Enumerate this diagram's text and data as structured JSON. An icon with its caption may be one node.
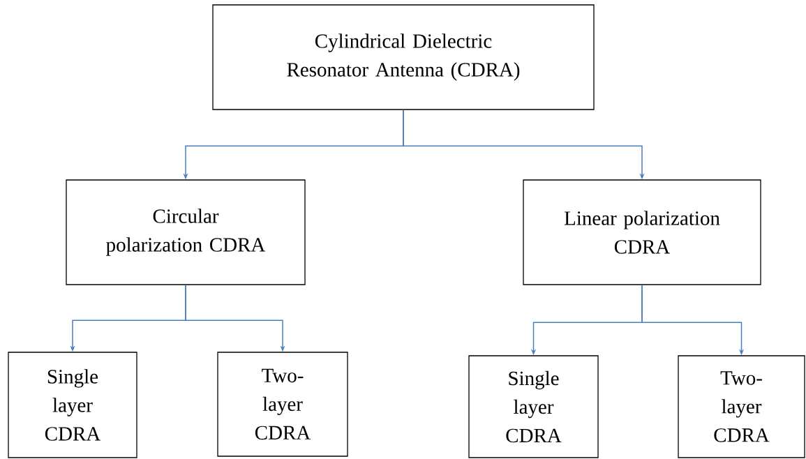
{
  "diagram": {
    "nodes": [
      {
        "text": [
          "Cylindrical Dielectric Resonator Antenna (CDRA)"
        ]
      },
      {
        "text": [
          "Circular polarization CDRA"
        ]
      },
      {
        "text": [
          "Linear polarization CDRA"
        ]
      },
      {
        "text": [
          "Single layer CDRA"
        ]
      },
      {
        "text": [
          "Two- layer CDRA"
        ]
      },
      {
        "text": [
          "Single layer CDRA"
        ]
      },
      {
        "text": [
          "Two- layer CDRA"
        ]
      }
    ],
    "edges": [
      {
        "from": 0,
        "to": 1,
        "arrow": "to"
      },
      {
        "from": 0,
        "to": 2,
        "arrow": "to"
      },
      {
        "from": 1,
        "to": 3,
        "arrow": "to"
      },
      {
        "from": 1,
        "to": 4,
        "arrow": "to"
      },
      {
        "from": 2,
        "to": 5,
        "arrow": "to"
      },
      {
        "from": 2,
        "to": 6,
        "arrow": "to"
      }
    ]
  }
}
